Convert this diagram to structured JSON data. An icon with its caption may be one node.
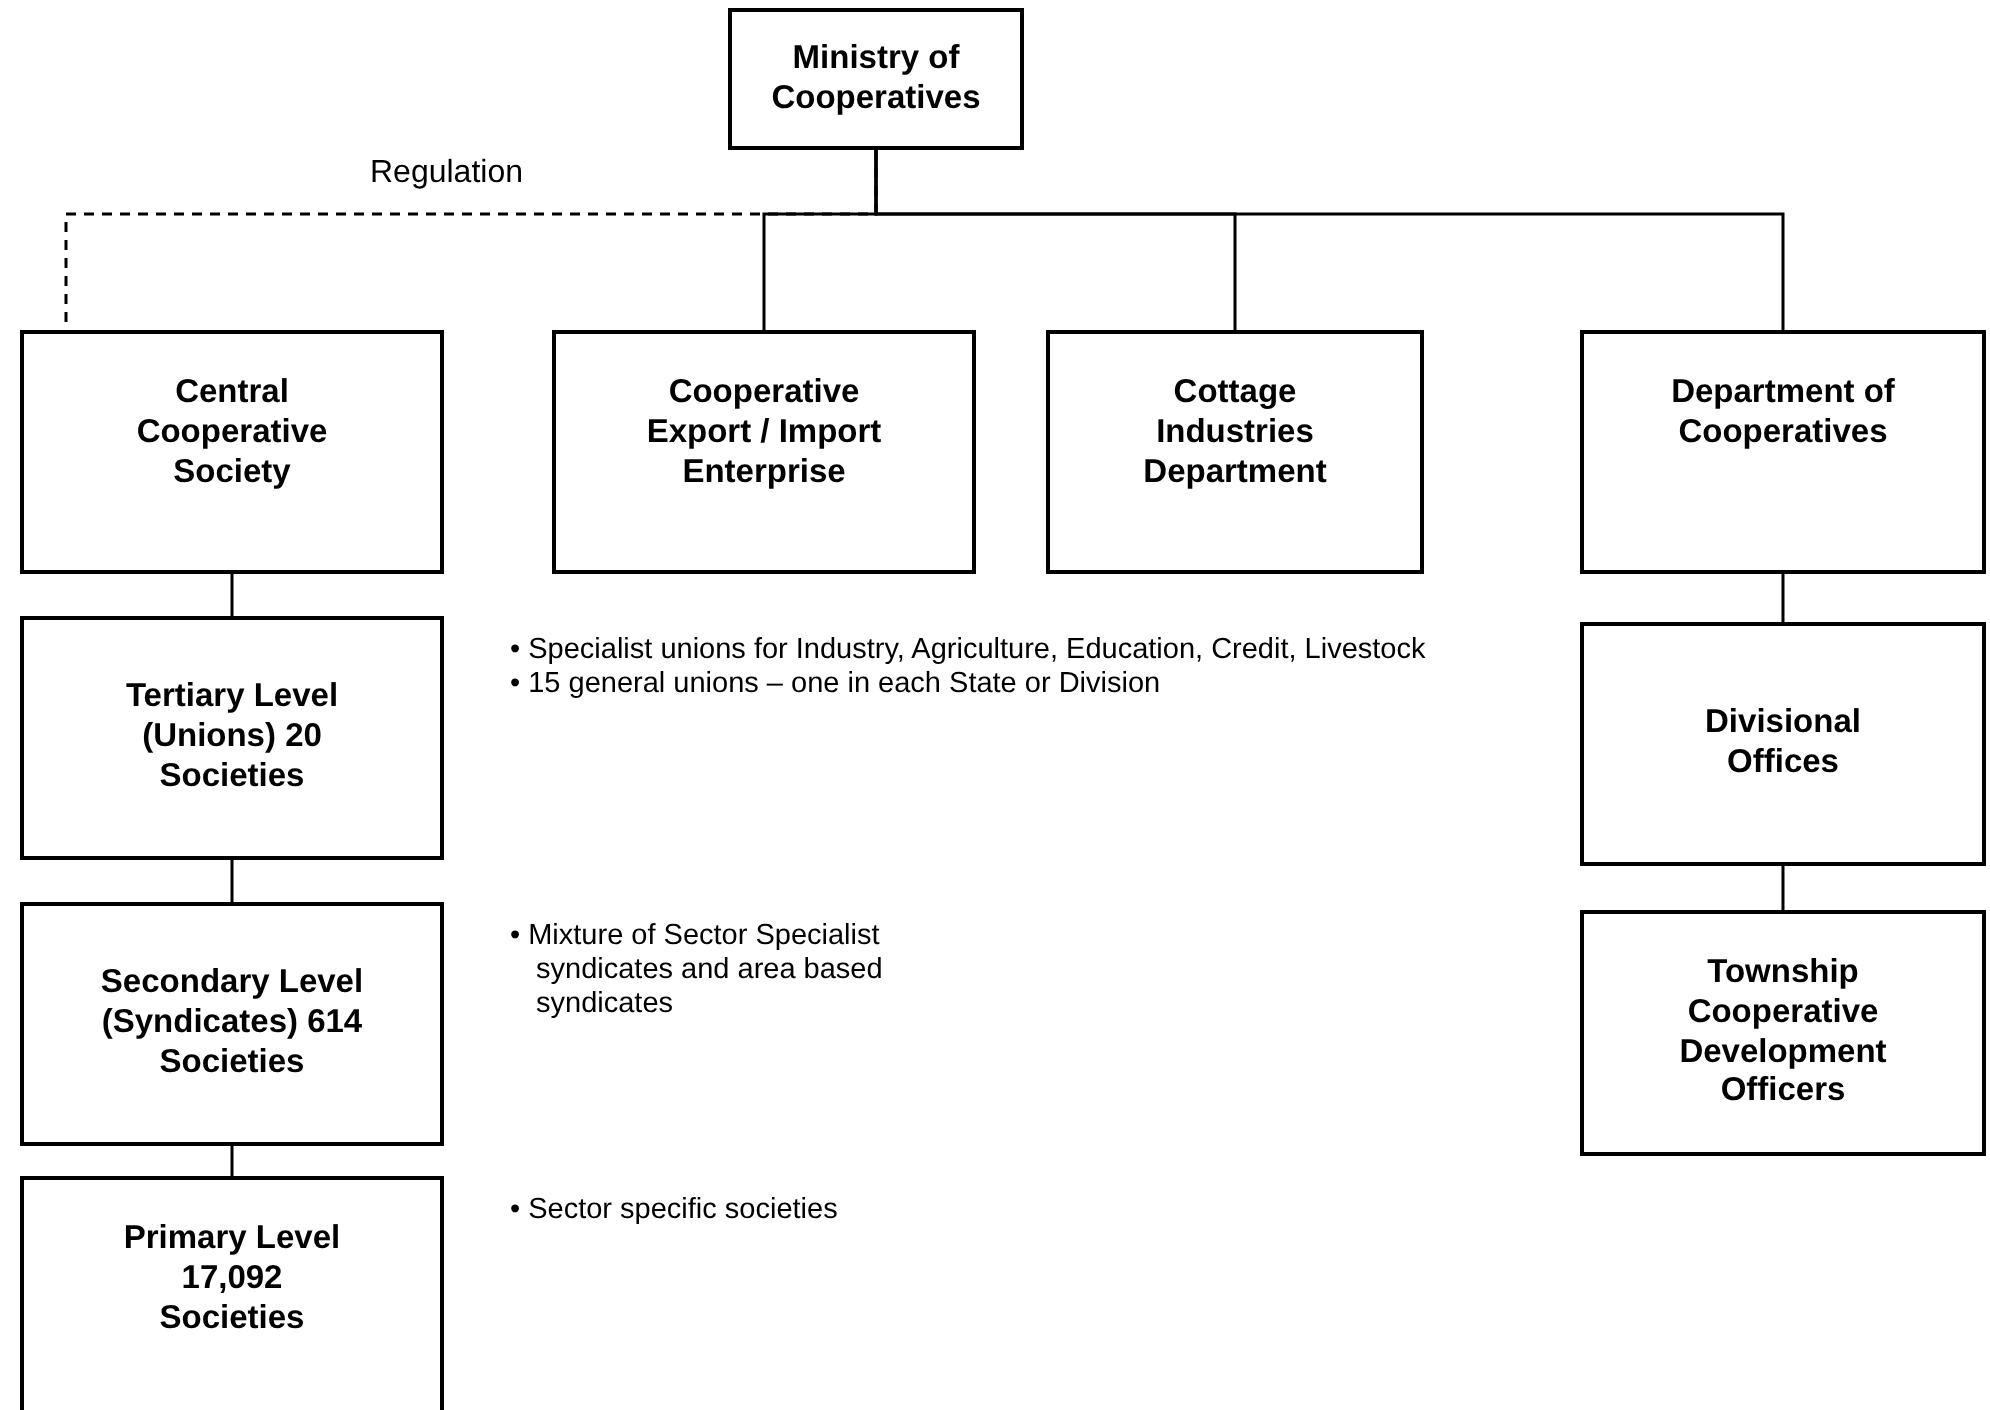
{
  "diagram": {
    "nodes": [
      {
        "text": [
          "Ministry of Cooperatives"
        ]
      },
      {
        "text": [
          "Central Cooperative Society"
        ]
      },
      {
        "text": [
          "Cooperative Export / Import Enterprise"
        ]
      },
      {
        "text": [
          "Cottage Industries Department"
        ]
      },
      {
        "text": [
          "Department of Cooperatives"
        ]
      },
      {
        "text": [
          "Tertiary Level (Unions) 20 Societies"
        ],
        "beside": [
          "• Specialist unions for Industry, Agriculture, Education, Credit, Livestock",
          "• 15 general unions – one in each State or Division"
        ]
      },
      {
        "text": [
          "Secondary Level (Syndicates) 614 Societies"
        ],
        "beside": [
          "• Mixture of Sector Specialist syndicates and area based syndicates"
        ]
      },
      {
        "text": [
          "Primary Level 17,092 Societies"
        ],
        "beside": [
          "• Sector specific societies"
        ]
      },
      {
        "text": [
          "Divisional Offices"
        ]
      },
      {
        "text": [
          "Township Cooperative Development Officers"
        ]
      }
    ],
    "edges": [
      {
        "from": 0,
        "to": 1,
        "arrow": "none",
        "label": "Regulation",
        "style": "dashed"
      },
      {
        "from": 0,
        "to": 2,
        "arrow": "none"
      },
      {
        "from": 0,
        "to": 3,
        "arrow": "none"
      },
      {
        "from": 0,
        "to": 4,
        "arrow": "none"
      },
      {
        "from": 1,
        "to": 5,
        "arrow": "none"
      },
      {
        "from": 5,
        "to": 6,
        "arrow": "none"
      },
      {
        "from": 6,
        "to": 7,
        "arrow": "none"
      },
      {
        "from": 4,
        "to": 8,
        "arrow": "none"
      },
      {
        "from": 8,
        "to": 9,
        "arrow": "none"
      }
    ]
  }
}
